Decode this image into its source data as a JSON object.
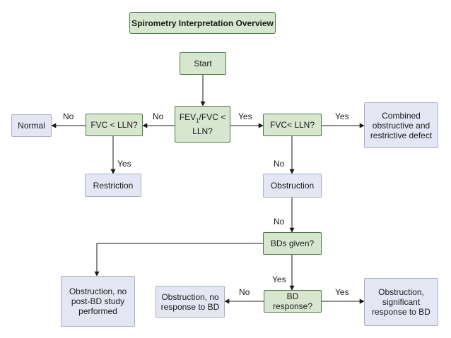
{
  "title": "Spirometry Interpretation Overview",
  "nodes": {
    "start": "Start",
    "fev1_fvc": {
      "pre": "FEV",
      "sub": "1",
      "post": "/FVC <\nLLN?"
    },
    "fvc_left": "FVC < LLN?",
    "fvc_right": "FVC< LLN?",
    "normal": "Normal",
    "restriction": "Restriction",
    "combined": "Combined\nobstructive and\nrestrictive defect",
    "obstruction": "Obstruction",
    "bds_given": "BDs given?",
    "no_post_bd": "Obstruction, no\npost-BD study\nperformed",
    "bd_response": "BD response?",
    "no_response": "Obstruction, no\nresponse to BD",
    "significant": "Obstruction,\nsignificant\nresponse to BD"
  },
  "edge_labels": {
    "fvc_left_to_normal": "No",
    "fev1_to_fvc_left": "No",
    "fev1_to_fvc_right": "Yes",
    "fvc_right_to_combined": "Yes",
    "fvc_left_to_restriction": "Yes",
    "fvc_right_to_obstruction": "No",
    "obstruction_to_bds": "No",
    "bds_to_bd_response": "Yes",
    "bd_response_to_no_response": "No",
    "bd_response_to_significant": "Yes"
  }
}
